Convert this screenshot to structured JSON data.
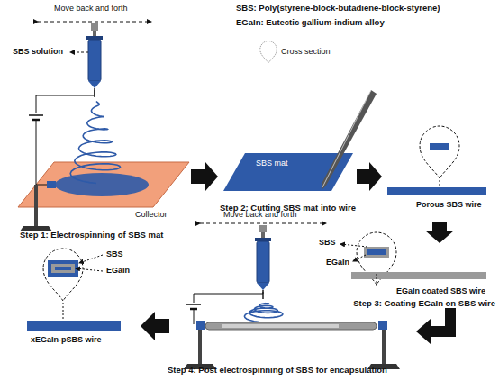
{
  "diagram": {
    "labels": [
      "Move back and forth",
      "SBS: Poly(styrene-block-butadiene-block-styrene)",
      "EGaIn: Eutectic gallium-indium alloy",
      "Cross section",
      "SBS solution",
      "Collector",
      "Step 1: Electrospinning of SBS mat",
      "SBS mat",
      "Step 2: Cutting SBS mat into wire",
      "Porous SBS wire",
      "SBS",
      "EGaIn",
      "EGaIn coated SBS wire",
      "Step 3: Coating EGaIn on SBS wire",
      "Move back and forth",
      "SBS",
      "EGaIn",
      "xEGaIn-pSBS wire",
      "Step 4: Post electrospinning of SBS for encapsulation"
    ]
  }
}
